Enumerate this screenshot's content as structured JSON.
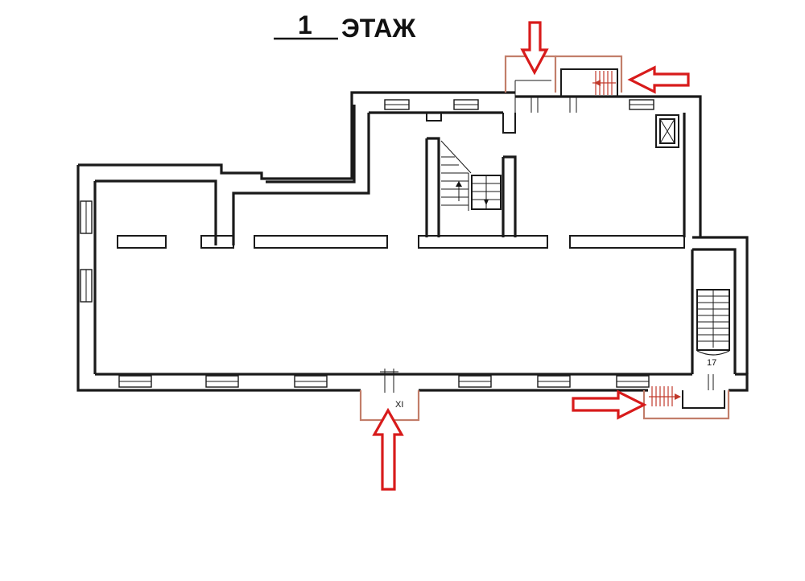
{
  "title": {
    "number": "1",
    "text": "ЭТАЖ"
  },
  "labels": {
    "entrance_marker": "XI",
    "stair_number": "17"
  },
  "colors": {
    "arrow": "#d81b1b",
    "extension": "#c27e6a",
    "wall": "#1a1a1a"
  },
  "icons": [
    "red-arrow-icon",
    "elevator-shaft-icon",
    "staircase-icon"
  ]
}
